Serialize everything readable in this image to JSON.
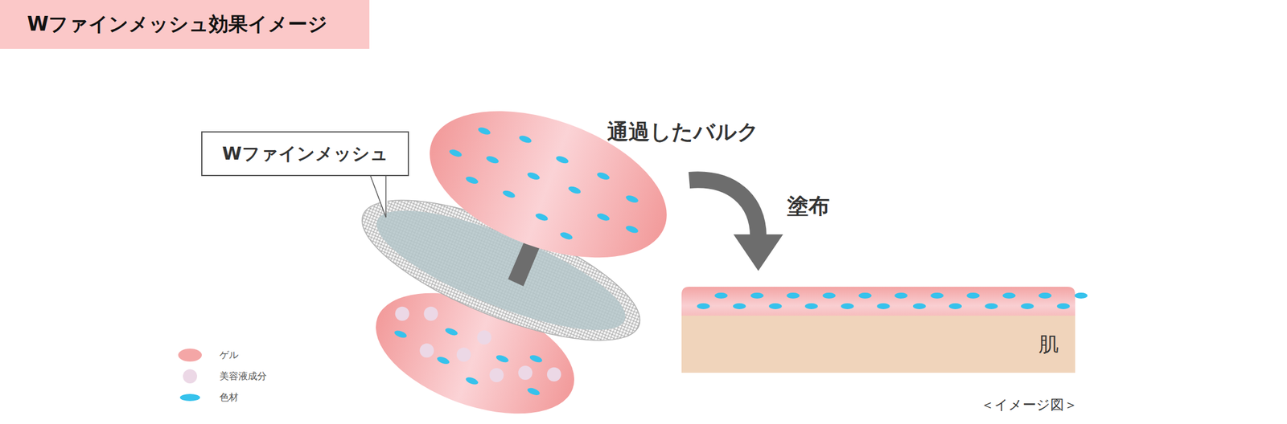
{
  "diagram": {
    "title": "Wファインメッシュ効果イメージ",
    "caption": "＜イメージ図＞",
    "nodes": [
      {
        "text": [
          "Wファインメッシュ"
        ]
      },
      {
        "text": [
          "肌"
        ]
      }
    ],
    "labels": [
      "通過したバルク",
      "塗布"
    ],
    "legend": [
      {
        "text": "ゲル",
        "color": "#f4a6a6"
      },
      {
        "text": "美容液成分",
        "color": "#ecd8e6"
      },
      {
        "text": "色材",
        "color": "#36c2ec"
      }
    ]
  }
}
